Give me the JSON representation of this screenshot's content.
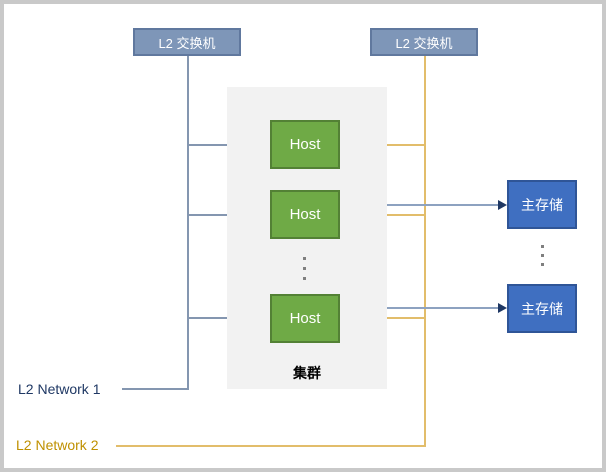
{
  "switches": [
    {
      "label": "L2 交换机"
    },
    {
      "label": "L2 交换机"
    }
  ],
  "cluster": {
    "label": "集群",
    "hosts": [
      "Host",
      "Host",
      "Host"
    ],
    "ellipsis": "⋮"
  },
  "storages": [
    {
      "label": "主存储"
    },
    {
      "label": "主存储"
    }
  ],
  "storage_ellipsis": "⋮",
  "network_labels": [
    {
      "label": "L2 Network 1"
    },
    {
      "label": "L2 Network 2"
    }
  ],
  "colors": {
    "switch_fill": "#7E96B8",
    "switch_border": "#60789E",
    "host_fill": "#6FAA46",
    "host_border": "#538135",
    "storage_fill": "#3F6FC1",
    "storage_border": "#2F5597",
    "cluster_fill": "#F2F2F2",
    "network1_line": "#8496B0",
    "network1_text": "#1F3864",
    "network2_line": "#E2BD6B",
    "network2_text": "#BF9000",
    "arrowhead": "#1F3864",
    "frame_border": "#C9C9C9"
  }
}
